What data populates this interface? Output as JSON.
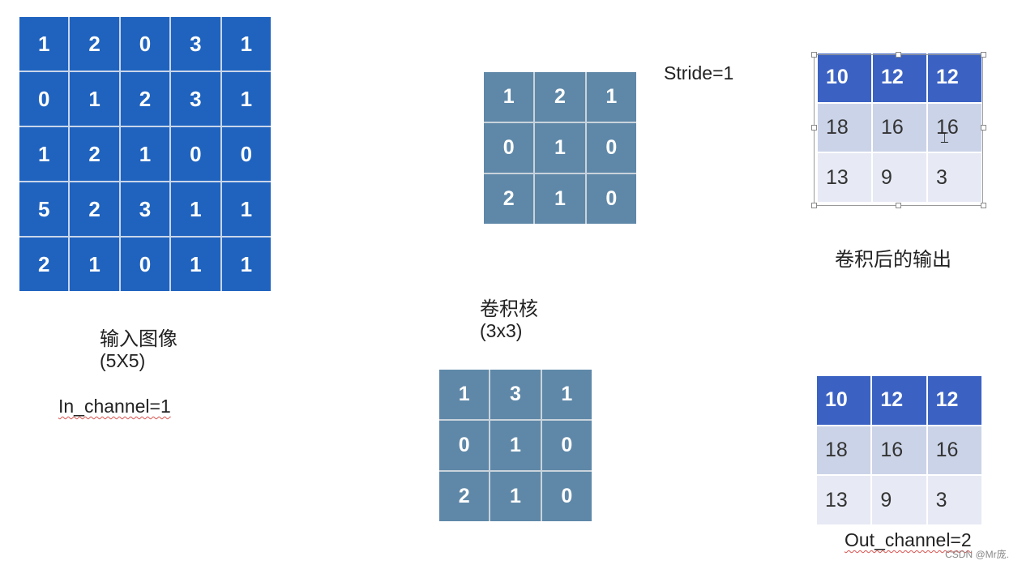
{
  "input": {
    "grid": [
      [
        "1",
        "2",
        "0",
        "3",
        "1"
      ],
      [
        "0",
        "1",
        "2",
        "3",
        "1"
      ],
      [
        "1",
        "2",
        "1",
        "0",
        "0"
      ],
      [
        "5",
        "2",
        "3",
        "1",
        "1"
      ],
      [
        "2",
        "1",
        "0",
        "1",
        "1"
      ]
    ],
    "title": "输入图像",
    "size": "(5X5)",
    "channel": "In_channel=1"
  },
  "kernel": {
    "title": "卷积核",
    "size": "(3x3)",
    "grid1": [
      [
        "1",
        "2",
        "1"
      ],
      [
        "0",
        "1",
        "0"
      ],
      [
        "2",
        "1",
        "0"
      ]
    ],
    "grid2": [
      [
        "1",
        "3",
        "1"
      ],
      [
        "0",
        "1",
        "0"
      ],
      [
        "2",
        "1",
        "0"
      ]
    ]
  },
  "stride": "Stride=1",
  "output": {
    "title": "卷积后的输出",
    "grid1": [
      [
        "10",
        "12",
        "12"
      ],
      [
        "18",
        "16",
        "16"
      ],
      [
        "13",
        "9",
        "3"
      ]
    ],
    "grid2": [
      [
        "10",
        "12",
        "12"
      ],
      [
        "18",
        "16",
        "16"
      ],
      [
        "13",
        "9",
        "3"
      ]
    ],
    "channel": "Out_channel=2"
  },
  "watermark": "CSDN @Mr庞."
}
